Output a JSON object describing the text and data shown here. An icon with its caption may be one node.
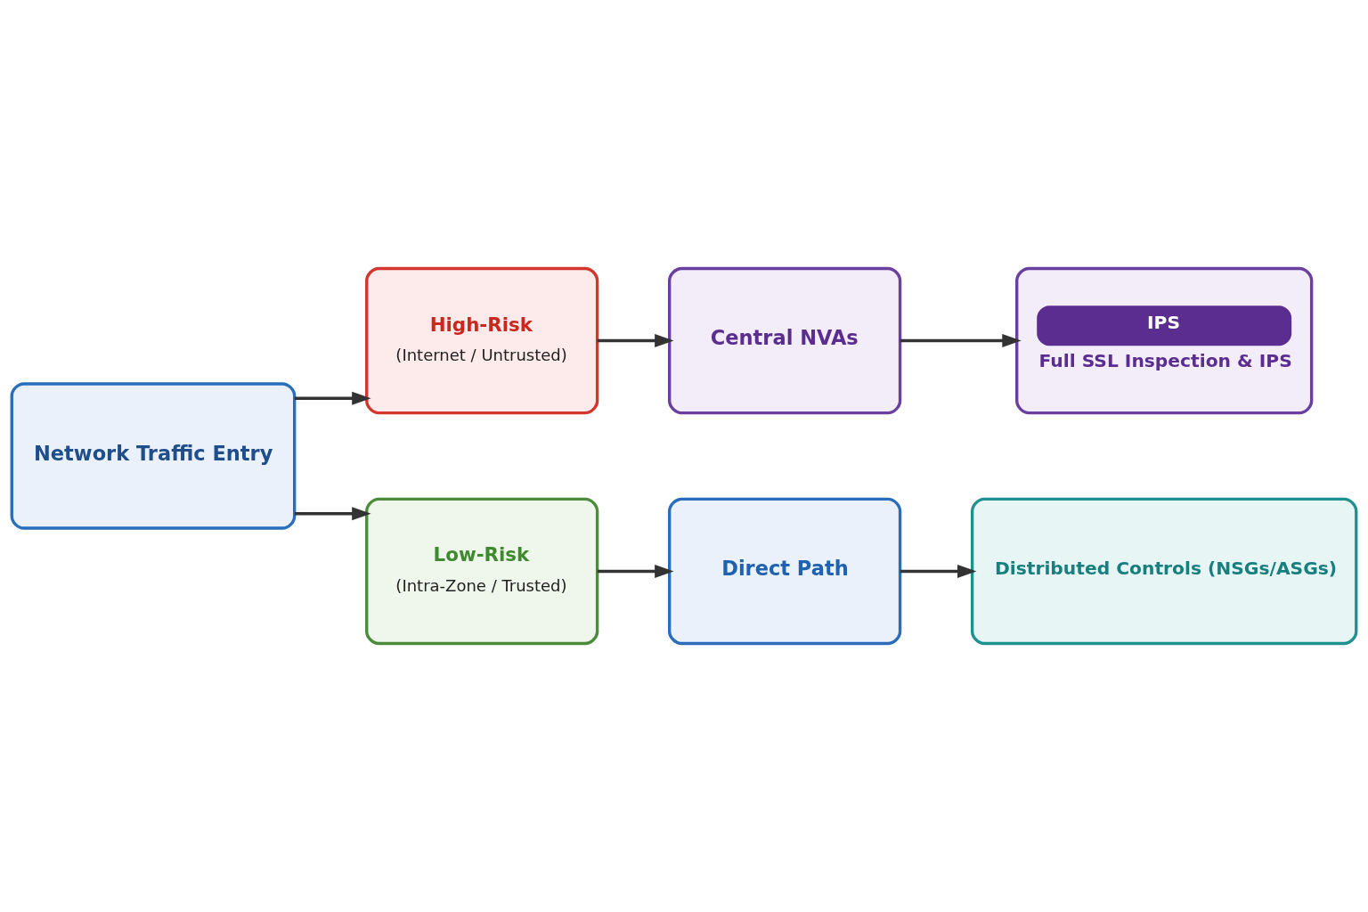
{
  "diagram": {
    "nodes": [
      {
        "text": [
          "Network Traffic Entry"
        ]
      },
      {
        "text": [
          "High-Risk",
          "(Internet / Untrusted)"
        ]
      },
      {
        "text": [
          "Central NVAs"
        ]
      },
      {
        "text": [
          "IPS",
          "Full SSL Inspection & IPS"
        ]
      },
      {
        "text": [
          "Low-Risk",
          "(Intra-Zone / Trusted)"
        ]
      },
      {
        "text": [
          "Direct Path"
        ]
      },
      {
        "text": [
          "Distributed Controls (NSGs/ASGs)"
        ]
      }
    ],
    "edges": [
      {
        "from": 0,
        "to": 1,
        "arrow": "to"
      },
      {
        "from": 0,
        "to": 4,
        "arrow": "to"
      },
      {
        "from": 1,
        "to": 2,
        "arrow": "to"
      },
      {
        "from": 2,
        "to": 3,
        "arrow": "to"
      },
      {
        "from": 4,
        "to": 5,
        "arrow": "to"
      },
      {
        "from": 5,
        "to": 6,
        "arrow": "to"
      }
    ]
  }
}
